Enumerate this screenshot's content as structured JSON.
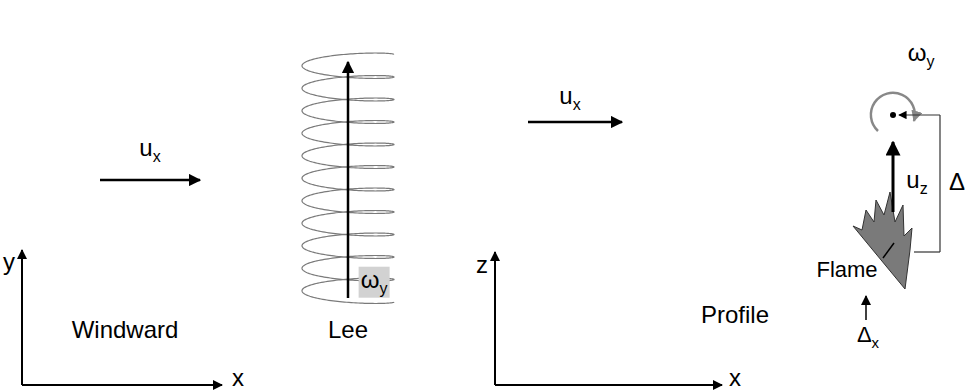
{
  "diagram": {
    "nodes": [
      {
        "text": [
          "ux",
          "Windward"
        ]
      },
      {
        "text": [
          "ωy",
          "Lee"
        ]
      },
      {
        "text": [
          "Profile"
        ]
      }
    ],
    "labels": [
      "y",
      "x",
      "ux",
      "ωy",
      "Δ",
      "uz",
      "Flame",
      "Δx",
      "z",
      "x"
    ]
  }
}
